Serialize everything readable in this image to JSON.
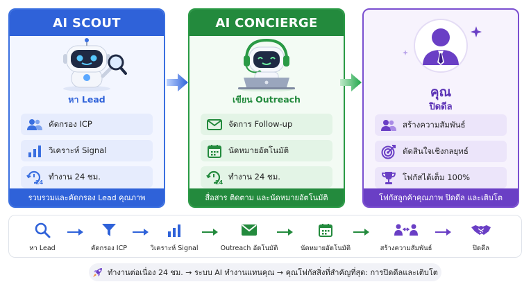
{
  "cards": [
    {
      "title": "AI SCOUT",
      "role": "หา Lead",
      "items": [
        "คัดกรอง ICP",
        "วิเคราะห์ Signal",
        "ทำงาน 24 ชม."
      ],
      "footer": "รวบรวมและคัดกรอง Lead คุณภาพ",
      "illustration": "robot-with-magnifier"
    },
    {
      "title": "AI CONCIERGE",
      "role": "เขียน Outreach",
      "items": [
        "จัดการ Follow-up",
        "นัดหมายอัตโนมัติ",
        "ทำงาน 24 ชม."
      ],
      "footer": "สื่อสาร ติดตาม และนัดหมายอัตโนมัติ",
      "illustration": "robot-with-headset-laptop"
    },
    {
      "title": "",
      "role": "คุณ",
      "role_sub": "ปิดดีล",
      "items": [
        "สร้างความสัมพันธ์",
        "ตัดสินใจเชิงกลยุทธ์",
        "โฟกัสได้เต็ม 100%"
      ],
      "footer": "โฟกัสลูกค้าคุณภาพ ปิดดีล และเติบโต",
      "illustration": "person-avatar"
    }
  ],
  "flow_steps": [
    {
      "label": "หา Lead",
      "icon": "search-icon"
    },
    {
      "label": "คัดกรอง ICP",
      "icon": "filter-icon"
    },
    {
      "label": "วิเคราะห์ Signal",
      "icon": "bar-chart-icon"
    },
    {
      "label": "Outreach อัตโนมัติ",
      "icon": "mail-icon"
    },
    {
      "label": "นัดหมายอัตโนมัติ",
      "icon": "calendar-icon"
    },
    {
      "label": "สร้างความสัมพันธ์",
      "icon": "people-icon"
    },
    {
      "label": "ปิดดีล",
      "icon": "handshake-icon"
    }
  ],
  "note": "ทำงานต่อเนื่อง 24 ชม. → ระบบ AI ทำงานแทนคุณ → คุณโฟกัสสิ่งที่สำคัญที่สุด: การปิดดีลและเติบโต",
  "colors": {
    "blue": "#2f62d9",
    "green": "#238a3d",
    "purple": "#6a3fc5"
  }
}
